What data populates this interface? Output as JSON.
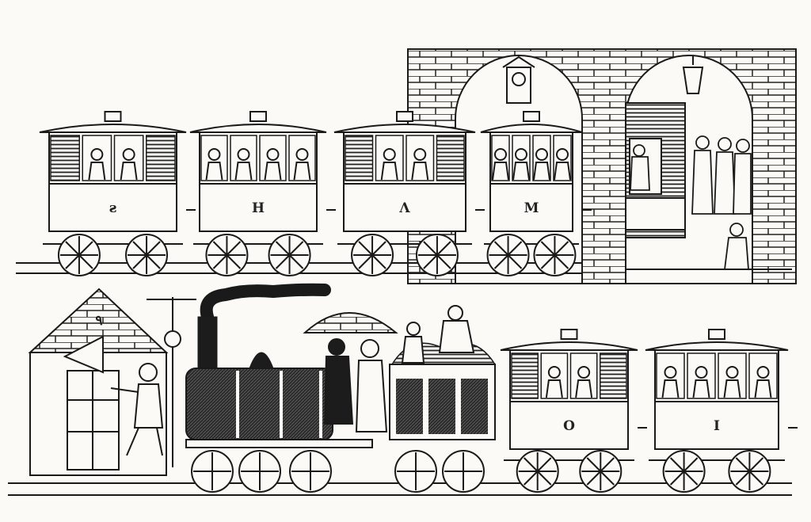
{
  "illustration": {
    "top_train": {
      "carriage_labels": [
        "ƨ",
        "H",
        "Λ",
        "M"
      ]
    },
    "bottom_train": {
      "carriage_labels": [
        "O",
        "I"
      ]
    },
    "house_mark": "٩",
    "colors": {
      "ink": "#1a1a1a",
      "paper": "#fbfaf7"
    }
  }
}
